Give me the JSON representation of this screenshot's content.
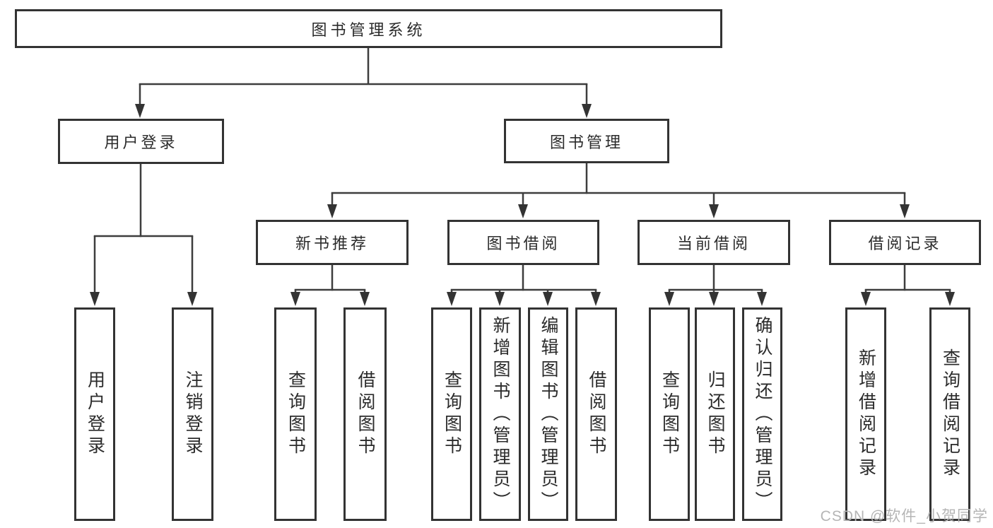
{
  "diagram": {
    "root": "图书管理系统",
    "level2": {
      "user_login": "用户登录",
      "book_mgmt": "图书管理"
    },
    "level3": {
      "recommend": "新书推荐",
      "borrow": "图书借阅",
      "current": "当前借阅",
      "records": "借阅记录"
    },
    "leaves": {
      "user": [
        "用户登录",
        "注销登录"
      ],
      "recommend": [
        "查询图书",
        "借阅图书"
      ],
      "borrow": [
        "查询图书",
        "新增图书（管理员）",
        "编辑图书（管理员）",
        "借阅图书"
      ],
      "current": [
        "查询图书",
        "归还图书",
        "确认归还（管理员）"
      ],
      "records": [
        "新增借阅记录",
        "查询借阅记录"
      ]
    }
  },
  "watermark": "CSDN @软件_小贺同学",
  "colors": {
    "border": "#333333",
    "line": "#3d3d3d",
    "text": "#2b2b2b",
    "watermark": "#b5b5b5",
    "background": "#ffffff"
  }
}
